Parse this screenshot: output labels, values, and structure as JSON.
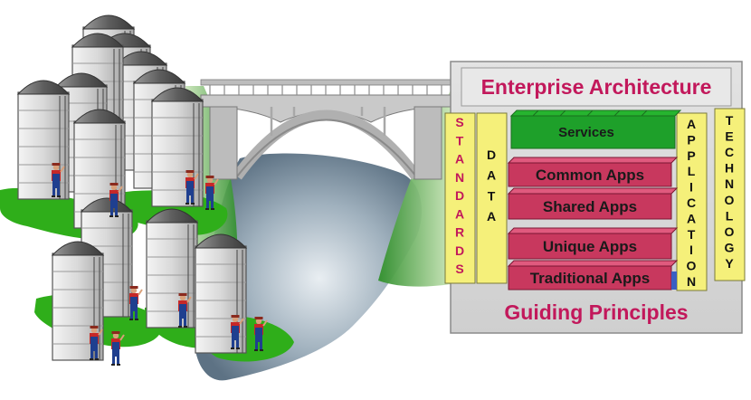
{
  "diagram": {
    "enterprise_title": "Enterprise Architecture",
    "footer_title": "Guiding Principles",
    "pillars": [
      {
        "label": "STANDARDS",
        "color": "#c2185b"
      },
      {
        "label": "DATA",
        "color": "#111111"
      },
      {
        "label": "APPLICATION",
        "color": "#111111"
      },
      {
        "label": "TECHNOLOGY",
        "color": "#111111"
      }
    ],
    "services_label": "Services",
    "layers": [
      {
        "label": "Common Apps"
      },
      {
        "label": "Shared Apps"
      },
      {
        "label": "Unique Apps"
      },
      {
        "label": "Traditional Apps"
      }
    ]
  },
  "icons": {
    "silos": "silo-icon",
    "farmers": "farmer-icon",
    "bridge": "bridge-icon",
    "river": "river-icon"
  },
  "colors": {
    "accent": "#c2185b",
    "services": "#1ea02a",
    "app_layers": "#c8385e",
    "pillars": "#f5f07a",
    "frame": "#d6d6d6",
    "grass": "#2fae1a",
    "water": "#6f8496"
  }
}
